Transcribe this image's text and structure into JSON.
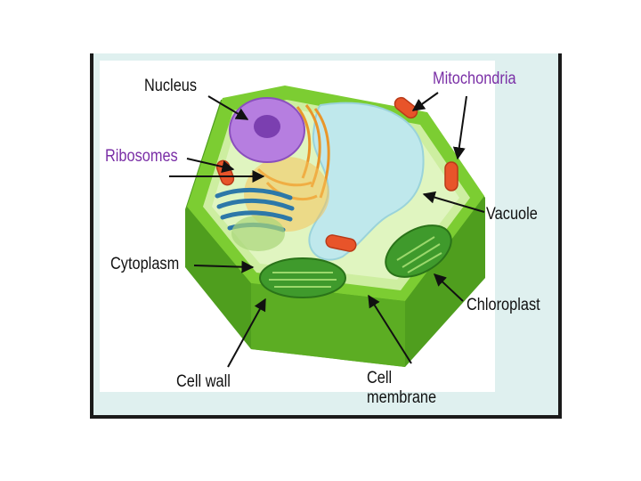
{
  "labels": {
    "nucleus": "Nucleus",
    "mitochondria": "Mitochondria",
    "ribosomes": "Ribosomes",
    "vacuole": "Vacuole",
    "cytoplasm": "Cytoplasm",
    "chloroplast": "Chloroplast",
    "cell_wall": "Cell wall",
    "cell_membrane_line1": "Cell",
    "cell_membrane_line2": "membrane"
  },
  "colors": {
    "highlight_labels": "#7a2fa6",
    "cell_wall": "#6cbf2a",
    "cytoplasm": "#c9ec8e",
    "vacuole": "#bfe8ec",
    "nucleus": "#b67ee0",
    "mitochondria": "#e8542a",
    "chloroplast": "#3f9a2c",
    "golgi": "#f0a93a",
    "endoplasmic_reticulum": "#2d78a8"
  }
}
